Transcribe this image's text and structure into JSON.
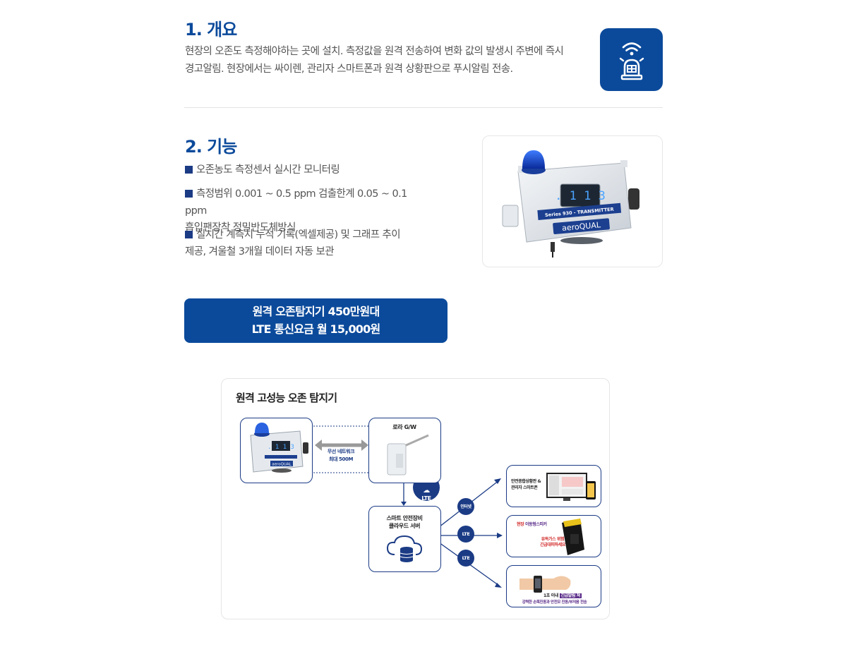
{
  "overview": {
    "title": "1. 개요",
    "line1": "현장의 오존도 측정해야하는 곳에 설치. 측정값을 원격 전송하여 변화 값의 발생시 주변에 즉시",
    "line2": "경고알림. 현장에서는 싸이렌, 관리자 스마트폰과 원격 상황판으로 푸시알림 전송.",
    "icon": "siren-icon"
  },
  "functions": {
    "title": "2. 기능",
    "features": [
      {
        "line1": "오존농도 측정센서 실시간 모니터링",
        "line2": ""
      },
      {
        "line1": "측정범위 0.001 ~ 0.5 ppm  검출한계 0.05 ~ 0.1 ppm",
        "line2": "흡입팬장착 정밀반도체방식"
      },
      {
        "line1": "실시간 계측치 누적 기록(엑셀제공) 및 그래프 추이",
        "line2": "제공, 겨울철 3개월 데이터 자동 보관"
      }
    ],
    "device": {
      "display": ". 1 1 3",
      "series": "Series 930 - TRANSMITTER",
      "brand": "aeroQUAL"
    }
  },
  "price": {
    "line1": "원격 오존탐지기 450만원대",
    "line2": "LTE 통신요금 월 15,000원"
  },
  "diagram": {
    "title": "원격 고성능 오존 탐지기",
    "gateway_label": "로라 G/W",
    "wireless_line1": "무선 네트워크",
    "wireless_line2": "최대 500M",
    "lte": "LTE",
    "server_line1": "스마트 안전장비",
    "server_line2": "클라우드 서버",
    "internet": "인터넷",
    "out1_line1": "안전종합상황판 &",
    "out1_line2": "관리자 스마트폰",
    "out2_title_a": "현장",
    "out2_title_b": "이동형스피커",
    "out2_line1": "유독가스 위험",
    "out2_line2": "긴급대피하세요",
    "out3_badge_a": "1초 이내",
    "out3_badge_b": "긴급알림 쳐",
    "out3_line": "강력한 손목진동과 안전모 진동/부저음 전송",
    "colors": {
      "navy": "#1b3b85",
      "blue": "#0b4a9b",
      "red": "#d22828",
      "purple": "#5b2d8a"
    }
  }
}
